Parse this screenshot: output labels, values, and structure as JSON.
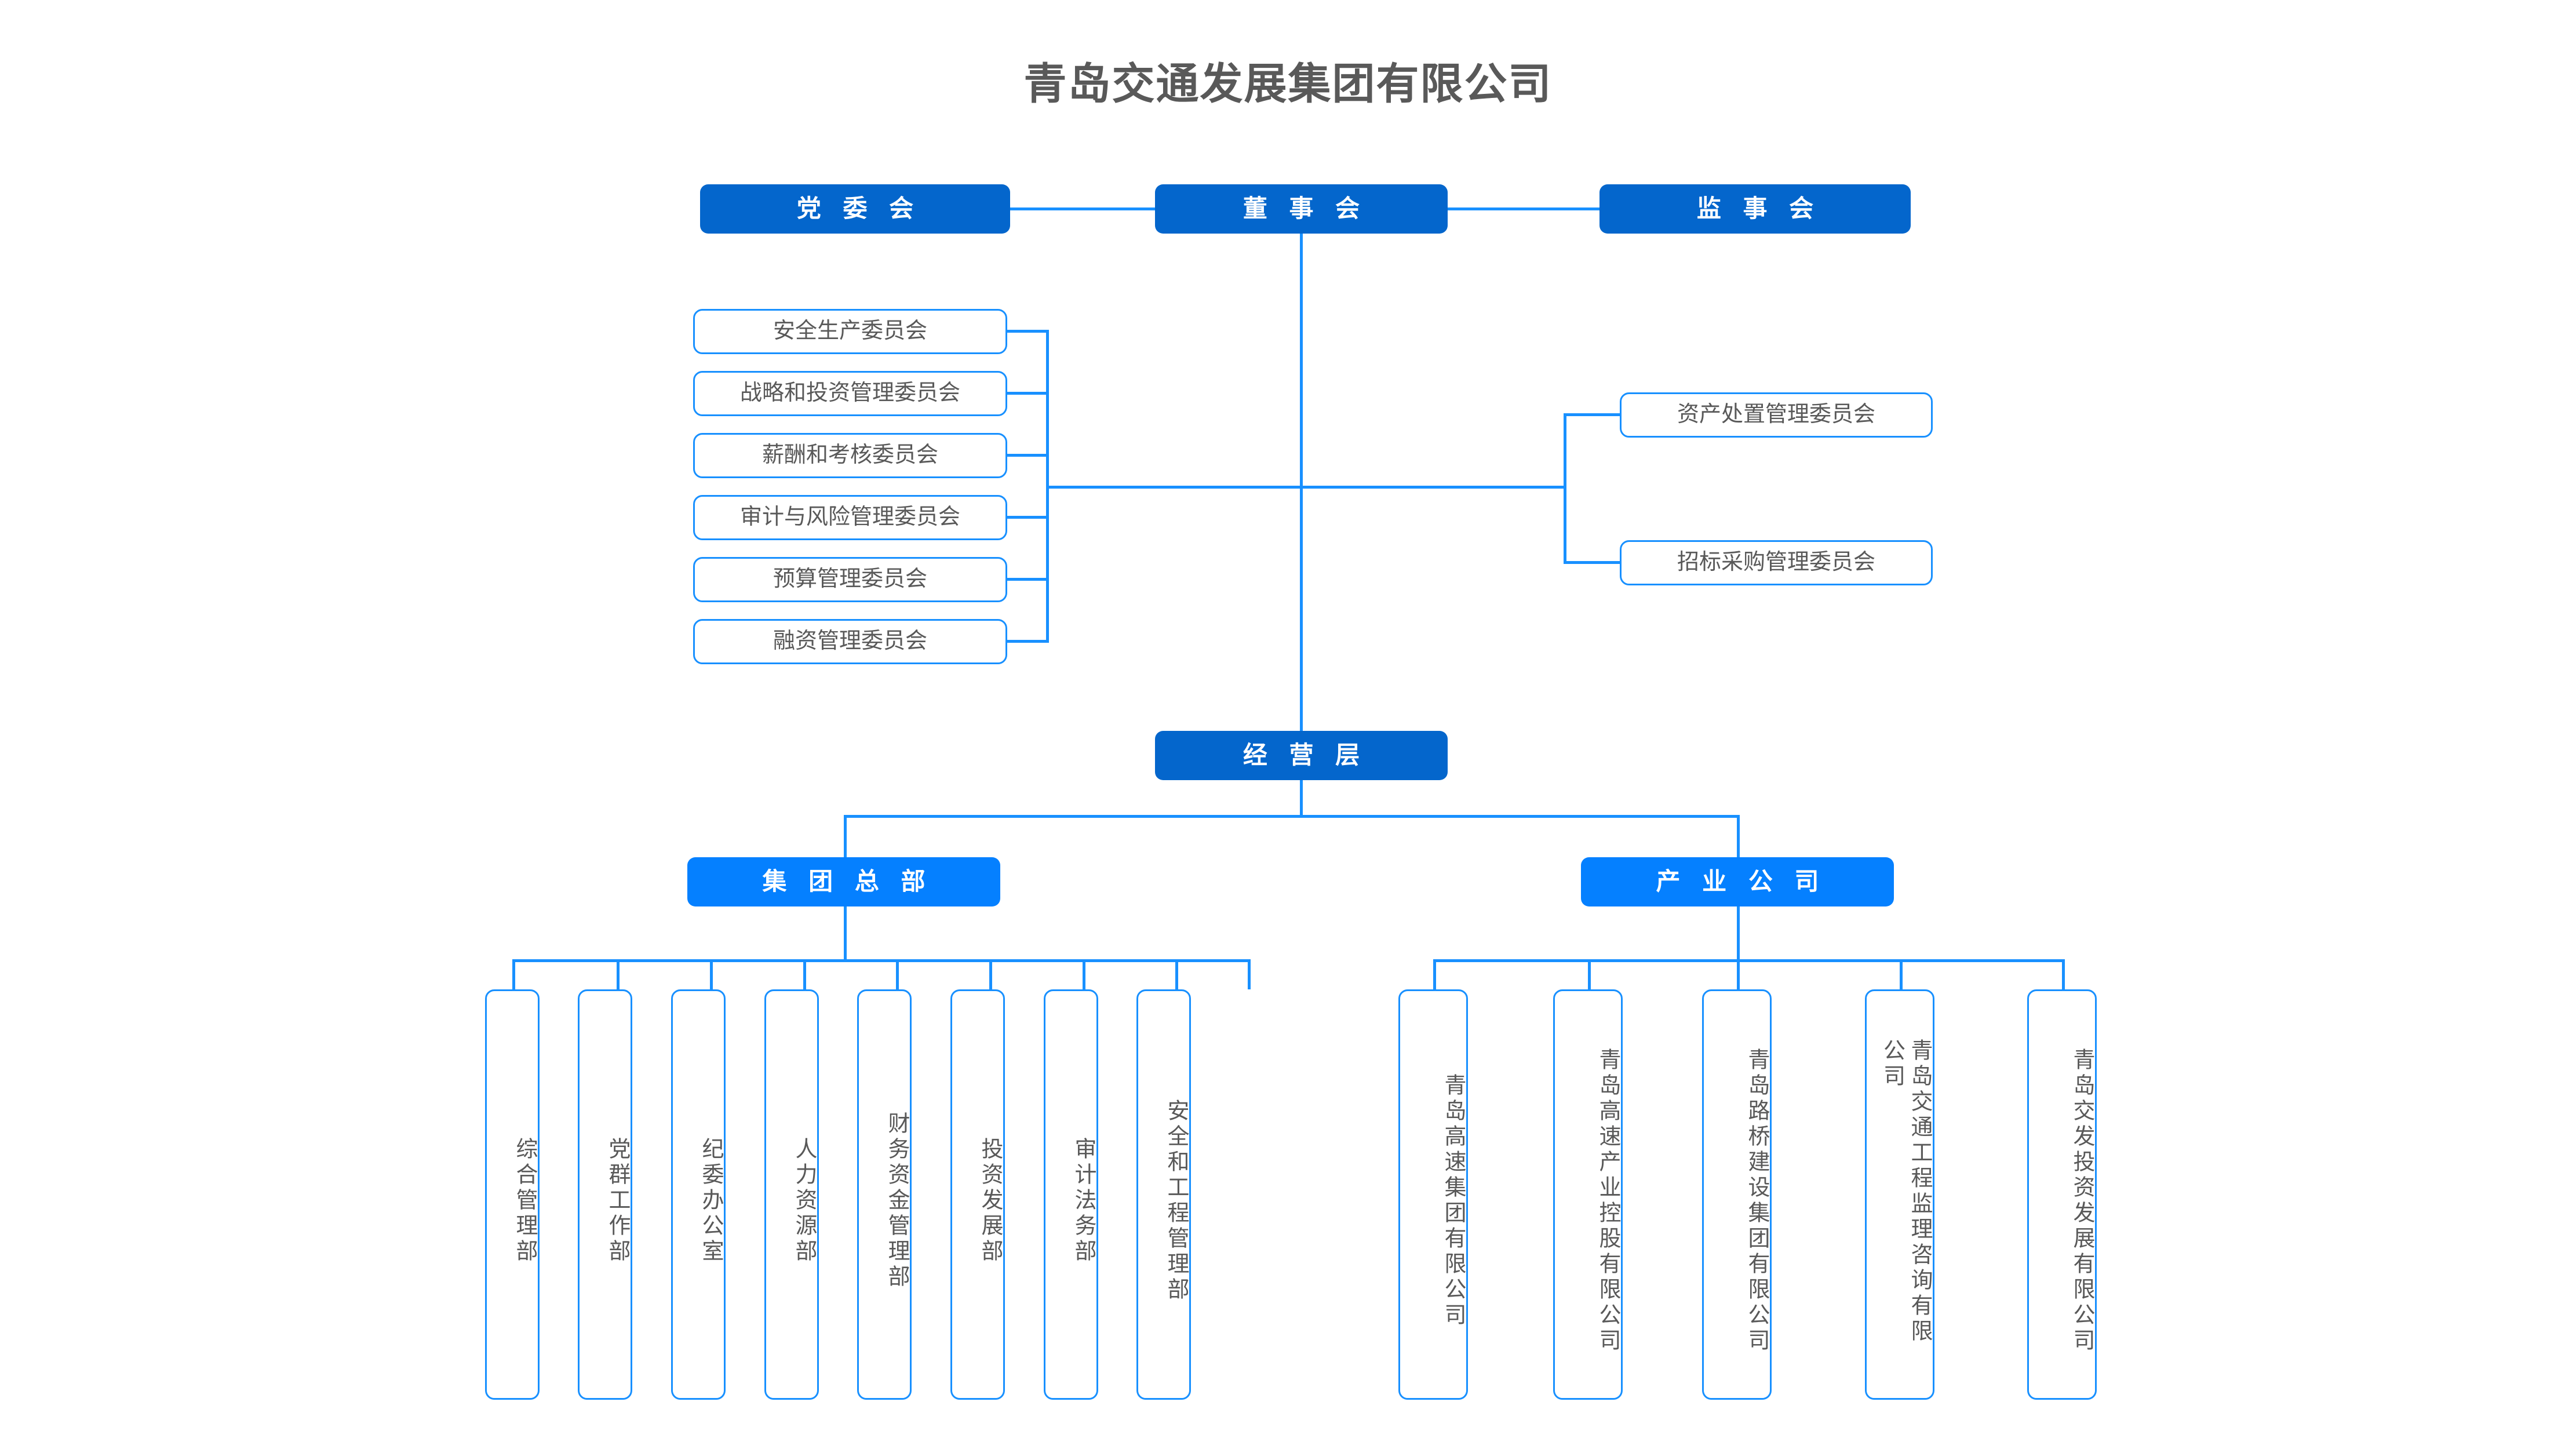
{
  "title": "青岛交通发展集团有限公司",
  "colors": {
    "solid_dark_blue": "#0466cc",
    "solid_light_blue": "#0580ff",
    "line_blue": "#1890ff",
    "title_gray": "#595959",
    "box_text_gray": "#595959",
    "background": "#ffffff"
  },
  "governance": {
    "party_committee": "党 委 会",
    "board_of_directors": "董 事 会",
    "board_of_supervisors": "监 事 会"
  },
  "management_layer": "经 营 层",
  "divisions": {
    "group_headquarters": "集 团 总 部",
    "industry_companies": "产 业 公 司"
  },
  "left_committees": [
    "安全生产委员会",
    "战略和投资管理委员会",
    "薪酬和考核委员会",
    "审计与风险管理委员会",
    "预算管理委员会",
    "融资管理委员会"
  ],
  "right_committees": [
    "资产处置管理委员会",
    "招标采购管理委员会"
  ],
  "hq_departments": [
    "综合管理部",
    "党群工作部",
    "纪委办公室",
    "人力资源部",
    "财务资金管理部",
    "投资发展部",
    "审计法务部",
    "安全和工程管理部"
  ],
  "subsidiaries": [
    "青岛高速集团有限公司",
    "青岛高速产业控股有限公司",
    "青岛路桥建设集团有限公司",
    "青岛交通工程监理咨询有限公司",
    "青岛交发投资发展有限公司"
  ]
}
